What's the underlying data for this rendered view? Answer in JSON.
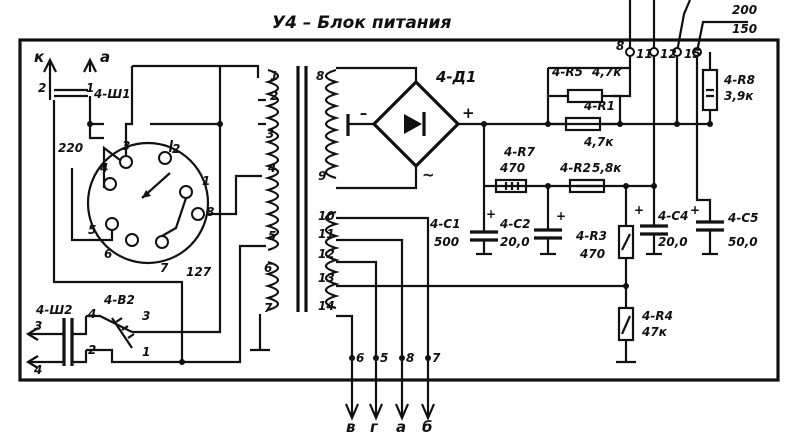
{
  "title": "У4 – Блок питания",
  "external": {
    "top_200": "200",
    "top_150": "150",
    "left_k": "к",
    "left_a": "а",
    "left_2": "2",
    "left_1": "1"
  },
  "plug_sh1": {
    "label": "4-Ш1",
    "voltage": "220",
    "number": "127",
    "pins": [
      "1",
      "2",
      "3",
      "4",
      "5",
      "6",
      "7",
      "8"
    ]
  },
  "transformer": {
    "left_taps": [
      "1",
      "2",
      "3",
      "4",
      "5",
      "6",
      "7"
    ],
    "right_taps": [
      "8",
      "9",
      "10",
      "11",
      "12",
      "13",
      "14"
    ]
  },
  "bridge": {
    "label": "4-Д1",
    "minus": "–",
    "plus": "+",
    "ac": "~"
  },
  "components": {
    "r5": {
      "label": "4-R5",
      "value": "4,7к"
    },
    "r1": {
      "label": "4-R1",
      "value": "4,7к"
    },
    "r8": {
      "label": "4-R8",
      "value": "3,9к"
    },
    "r7": {
      "label": "4-R7",
      "value": "470"
    },
    "r2": {
      "label": "4-R2",
      "value": "5,8к"
    },
    "r3": {
      "label": "4-R3",
      "value": "470"
    },
    "r4": {
      "label": "4-R4",
      "value": "47к"
    },
    "c1": {
      "label": "4-С1",
      "value": "500"
    },
    "c2": {
      "label": "4-С2",
      "value": "20,0"
    },
    "c4": {
      "label": "4-С4",
      "value": "20,0"
    },
    "c5": {
      "label": "4-С5",
      "value": "50,0"
    }
  },
  "right_terminals": [
    "8",
    "11",
    "12",
    "15"
  ],
  "switch_b2": {
    "label": "4-В2",
    "pins": [
      "1",
      "2",
      "3",
      "4"
    ]
  },
  "plug_sh2": {
    "label": "4-Ш2",
    "out3": "3",
    "out4": "4"
  },
  "bottom_terminals": {
    "numbers": [
      "6",
      "5",
      "8",
      "7"
    ],
    "letters": [
      "в",
      "г",
      "а",
      "б"
    ]
  }
}
